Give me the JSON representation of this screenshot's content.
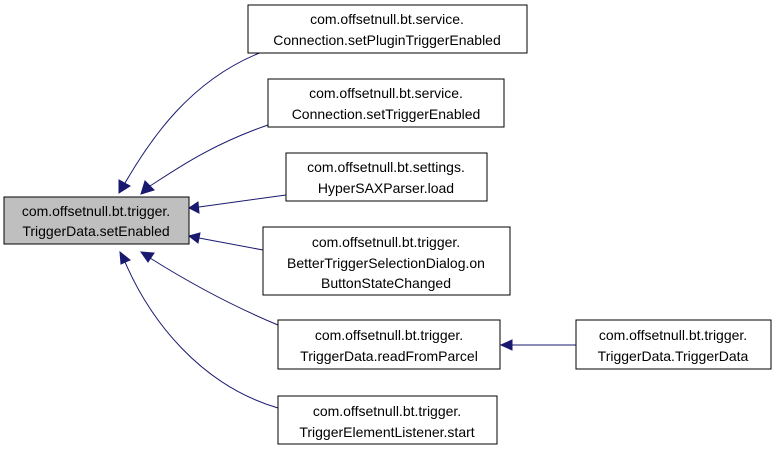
{
  "graph": {
    "nodes": {
      "root": {
        "lines": [
          "com.offsetnull.bt.trigger.",
          "TriggerData.setEnabled"
        ],
        "highlighted": true
      },
      "setPluginTriggerEnabled": {
        "lines": [
          "com.offsetnull.bt.service.",
          "Connection.setPluginTriggerEnabled"
        ]
      },
      "setTriggerEnabled": {
        "lines": [
          "com.offsetnull.bt.service.",
          "Connection.setTriggerEnabled"
        ]
      },
      "saxLoad": {
        "lines": [
          "com.offsetnull.bt.settings.",
          "HyperSAXParser.load"
        ]
      },
      "onButtonStateChanged": {
        "lines": [
          "com.offsetnull.bt.trigger.",
          "BetterTriggerSelectionDialog.on",
          "ButtonStateChanged"
        ]
      },
      "readFromParcel": {
        "lines": [
          "com.offsetnull.bt.trigger.",
          "TriggerData.readFromParcel"
        ]
      },
      "triggerDataCtor": {
        "lines": [
          "com.offsetnull.bt.trigger.",
          "TriggerData.TriggerData"
        ]
      },
      "listenerStart": {
        "lines": [
          "com.offsetnull.bt.trigger.",
          "TriggerElementListener.start"
        ]
      }
    },
    "edges": [
      {
        "from": "setPluginTriggerEnabled",
        "to": "root"
      },
      {
        "from": "setTriggerEnabled",
        "to": "root"
      },
      {
        "from": "saxLoad",
        "to": "root"
      },
      {
        "from": "onButtonStateChanged",
        "to": "root"
      },
      {
        "from": "readFromParcel",
        "to": "root"
      },
      {
        "from": "listenerStart",
        "to": "root"
      },
      {
        "from": "triggerDataCtor",
        "to": "readFromParcel"
      }
    ],
    "colors": {
      "edge": "#191970",
      "root_fill": "#bfbfbf",
      "node_fill": "#ffffff",
      "border": "#000000"
    }
  }
}
